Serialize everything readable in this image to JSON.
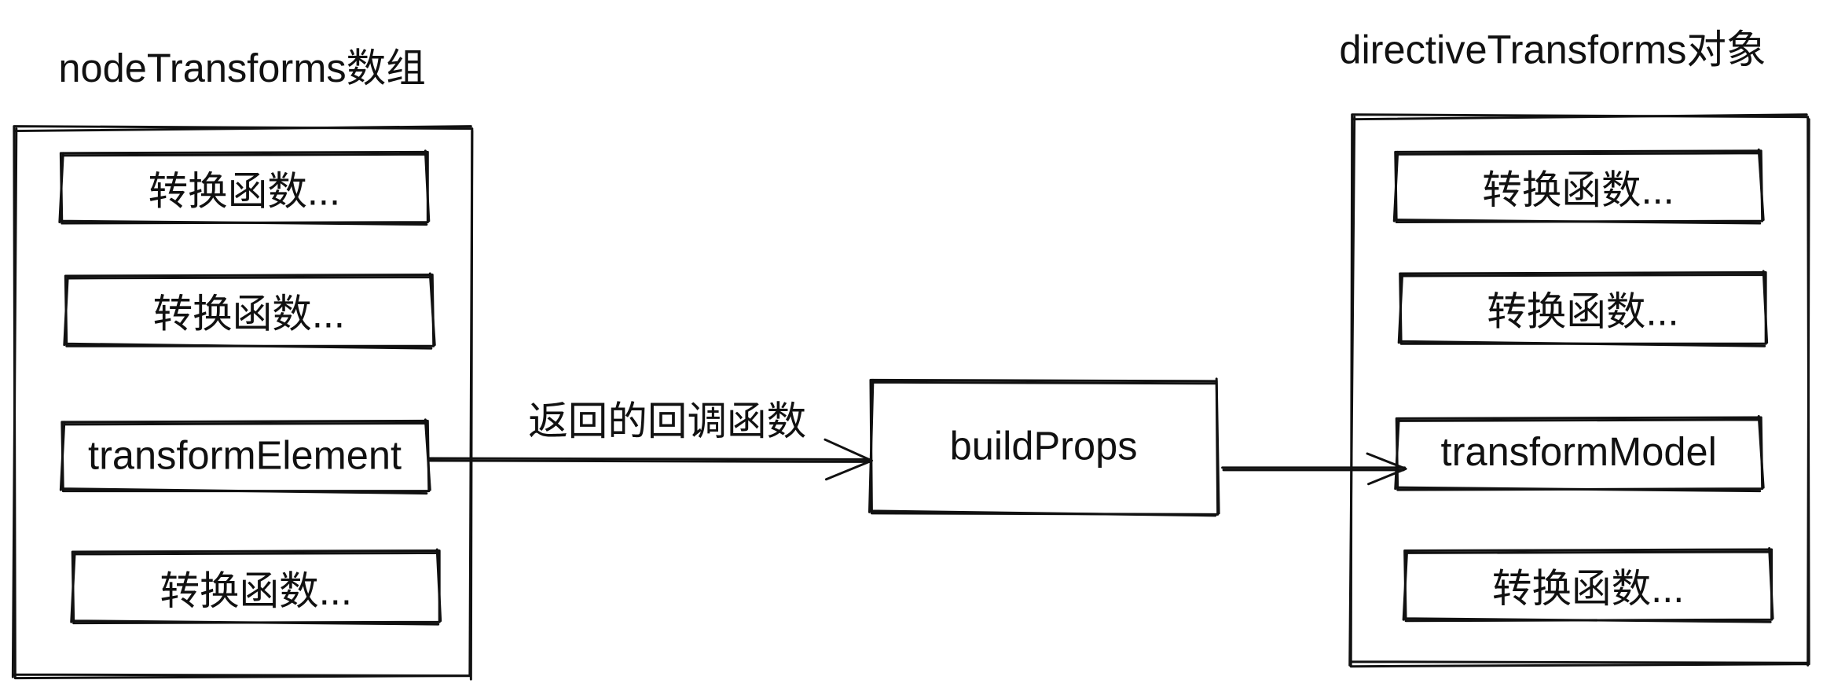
{
  "left_group": {
    "title": "nodeTransforms数组",
    "items": [
      "转换函数...",
      "转换函数...",
      "transformElement",
      "转换函数..."
    ]
  },
  "middle": {
    "edge_label": "返回的回调函数",
    "node_label": "buildProps"
  },
  "right_group": {
    "title": "directiveTransforms对象",
    "items": [
      "转换函数...",
      "转换函数...",
      "transformModel",
      "转换函数..."
    ]
  },
  "colors": {
    "stroke": "#111111",
    "background": "#ffffff"
  }
}
